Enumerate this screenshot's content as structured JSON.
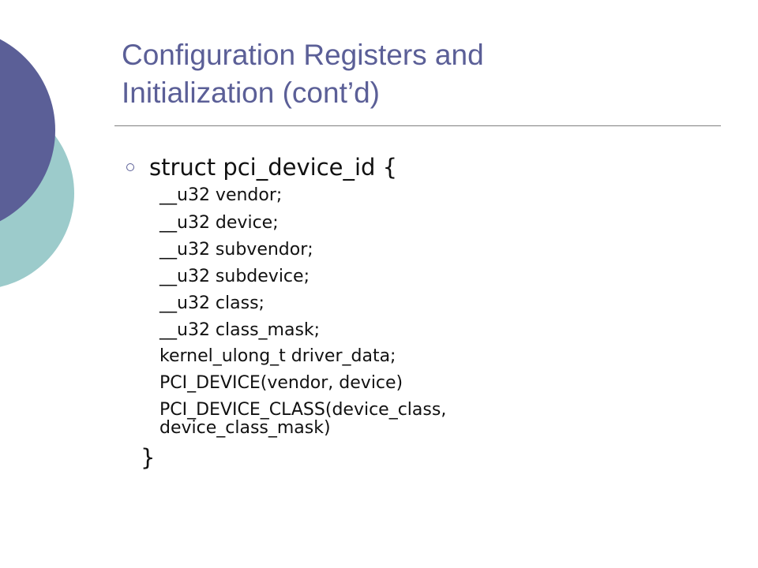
{
  "slide": {
    "title_lines": [
      "Configuration Registers and",
      "Initialization (cont’d)"
    ],
    "bullet": "struct pci_device_id {",
    "code_lines": [
      "__u32 vendor;",
      "__u32 device;",
      "__u32 subvendor;",
      "__u32 subdevice;",
      "__u32 class;",
      "__u32 class_mask;",
      "kernel_ulong_t driver_data;",
      "PCI_DEVICE(vendor, device)",
      "PCI_DEVICE_CLASS(device_class,",
      "   device_class_mask)"
    ],
    "closing": "}"
  },
  "colors": {
    "title": "#5b5f97",
    "circle_purple": "#5b5f97",
    "circle_teal": "#9ccbcb",
    "rule": "#7f7f7f",
    "text": "#111111"
  }
}
